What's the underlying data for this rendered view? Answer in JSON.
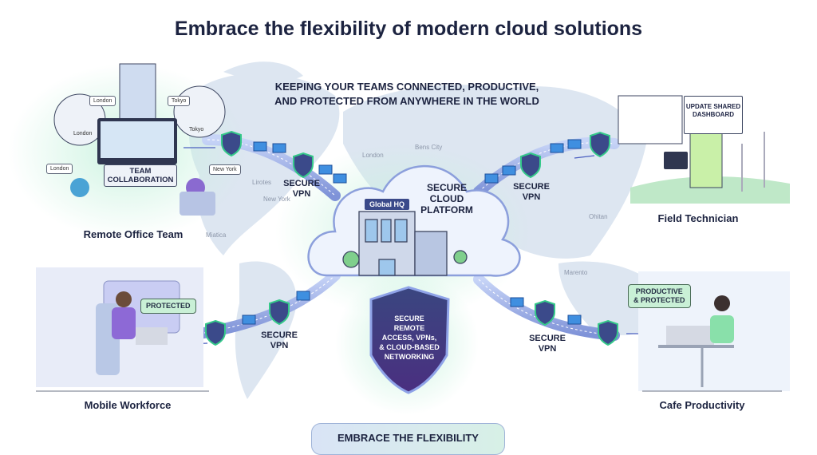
{
  "title": "Embrace the flexibility of modern cloud solutions",
  "subtitle": {
    "line1": "KEEPING YOUR TEAMS CONNECTED, PRODUCTIVE,",
    "line2": "AND PROTECTED FROM ANYWHERE IN THE WORLD"
  },
  "scenes": {
    "remote_office": {
      "label": "Remote Office Team",
      "collab_line1": "TEAM",
      "collab_line2": "COLLABORATION",
      "bubbles": [
        "London",
        "London",
        "Tokyo",
        "Tokyo",
        "London",
        "New York"
      ]
    },
    "field_technician": {
      "label": "Field Technician",
      "dashboard_line1": "UPDATE SHARED",
      "dashboard_line2": "DASHBOARD"
    },
    "mobile_workforce": {
      "label": "Mobile Workforce",
      "bubble": "PROTECTED"
    },
    "cafe": {
      "label": "Cafe Productivity",
      "bubble_line1": "PRODUCTIVE",
      "bubble_line2": "& PROTECTED"
    }
  },
  "cloud": {
    "hq_label": "Global HQ",
    "line1": "SECURE",
    "line2": "CLOUD",
    "line3": "PLATFORM"
  },
  "vpn": {
    "line1": "SECURE",
    "line2": "VPN"
  },
  "shield": {
    "lines": [
      "SECURE",
      "REMOTE",
      "ACCESS, VPNs,",
      "& CLOUD-BASED",
      "NETWORKING"
    ]
  },
  "cities": [
    "London",
    "Bens City",
    "Lirotes",
    "New York",
    "Miatica",
    "Ohitan",
    "Marento"
  ],
  "bottom_button": "EMBRACE THE FLEXIBILITY",
  "colors": {
    "navy": "#1c2340",
    "shield_purple": "#3b3a7a",
    "accent_green": "#3ccf8e",
    "pipe_blue": "#9db4ee",
    "map": "#dde6f1"
  }
}
